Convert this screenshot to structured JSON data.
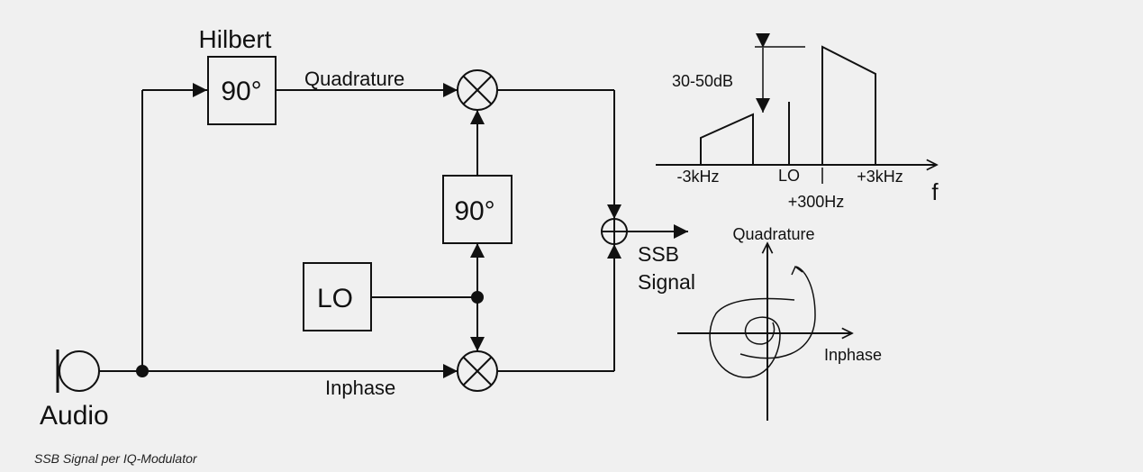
{
  "colors": {
    "background": "#f0f0f0",
    "stroke": "#111111"
  },
  "diagram": {
    "hilbert_label": "Hilbert",
    "hilbert_box": "90°",
    "phase_box": "90°",
    "lo_box": "LO",
    "quadrature_label": "Quadrature",
    "inphase_label": "Inphase",
    "audio_label": "Audio",
    "output_label_line1": "SSB",
    "output_label_line2": "Signal",
    "mixer_symbol": "multiplier",
    "summer_symbol": "adder"
  },
  "spectrum": {
    "level_label": "30-50dB",
    "tick_minus3k": "-3kHz",
    "tick_lo": "LO",
    "tick_plus3k": "+3kHz",
    "tick_plus300": "+300Hz",
    "axis_label": "f"
  },
  "phasor": {
    "y_label": "Quadrature",
    "x_label": "Inphase"
  },
  "caption": "SSB Signal per IQ-Modulator"
}
